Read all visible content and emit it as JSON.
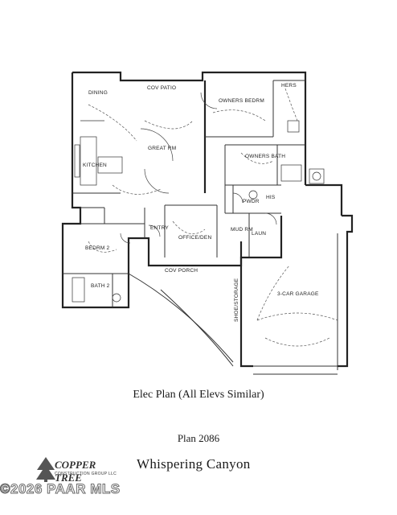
{
  "rooms": {
    "dining": "DINING",
    "cov_patio": "COV PATIO",
    "owners_bedrm": "OWNERS BEDRM",
    "hers": "HERS",
    "great_rm": "GREAT RM",
    "kitchen": "KITCHEN",
    "owners_bath": "OWNERS BATH",
    "his": "HIS",
    "pwdr": "PWDR",
    "entry": "ENTRY",
    "bedrm2": "BEDRM 2",
    "bath2": "BATH 2",
    "office_den": "OFFICE/DEN",
    "mud_rm": "MUD RM",
    "laun": "LAUN",
    "cov_porch": "COV PORCH",
    "garage": "3-CAR GARAGE",
    "shoe_storage": "SHOE/STORAGE"
  },
  "captions": {
    "elec_plan": "Elec Plan (All Elevs Similar)",
    "plan_number": "Plan 2086",
    "project_name": "Whispering Canyon"
  },
  "logo": {
    "name": "COPPER TREE",
    "tagline": "CONSTRUCTION GROUP LLC"
  },
  "watermark": "©2026 PAAR MLS",
  "colors": {
    "line": "#222222",
    "background": "#ffffff",
    "watermark_outline": "#6a6a6a"
  }
}
